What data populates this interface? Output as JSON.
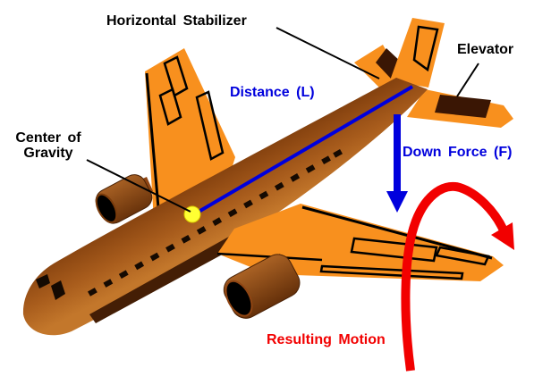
{
  "figure": {
    "type": "diagram",
    "subject": "Airplane pitch control by elevator"
  },
  "labels": {
    "horizontal_stabilizer": "Horizontal Stabilizer",
    "elevator": "Elevator",
    "distance": "Distance (L)",
    "center_of_gravity_1": "Center of",
    "center_of_gravity_2": "Gravity",
    "down_force": "Down Force (F)",
    "resulting_motion": "Resulting Motion"
  },
  "colors": {
    "background": "#ffffff",
    "label_black": "#000000",
    "annotation_blue": "#0000dd",
    "annotation_red": "#f20000",
    "airframe_orange": "#f8901e",
    "fuselage_dark": "#3f1d04",
    "fuselage_brown": "#8b4611",
    "fuselage_light": "#c3772b",
    "surface_dark_brown": "#3a1604",
    "cg_yellow": "#ffff33",
    "outline": "#000000"
  }
}
